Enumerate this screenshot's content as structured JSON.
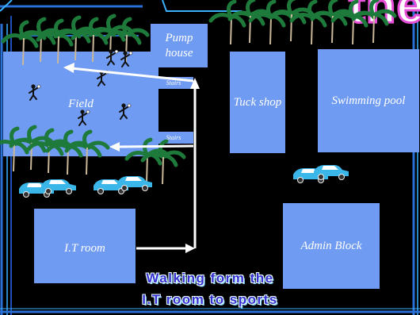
{
  "title_fragment": "the",
  "map": {
    "field": "Field",
    "pump_house": "Pump house",
    "stairs_upper": "Stairs",
    "stairs_lower": "Stairs",
    "tuck_shop": "Tuck shop",
    "swimming_pool": "Swimming pool",
    "it_room": "I.T room",
    "admin_block": "Admin Block"
  },
  "caption": {
    "line1": "Walking form the",
    "line2": "I.T room to sports"
  },
  "icons": [
    "palm-trees-icon",
    "athlete-figure-icon",
    "car-icon",
    "route-arrow-icon"
  ],
  "colors": {
    "background": "#000000",
    "building": "#6f9bf2",
    "route": "#ffffff",
    "border": "#2a6fd6",
    "title_stroke": "#e64fd8",
    "caption_fill": "#3a2fd0"
  }
}
